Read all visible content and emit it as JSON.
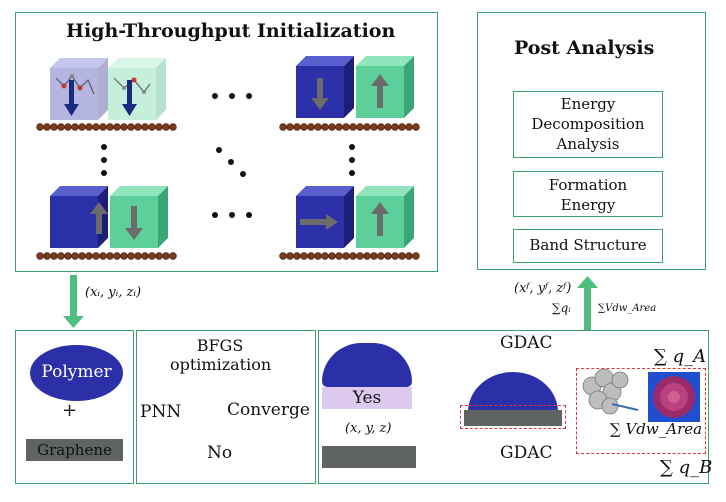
{
  "init_panel": {
    "title": "High-Throughput Initialization",
    "ellipsis": "• • •"
  },
  "post_panel": {
    "title": "Post Analysis",
    "items": [
      {
        "lines": [
          "Energy",
          "Decomposition",
          "Analysis"
        ]
      },
      {
        "lines": [
          "Formation",
          "Energy"
        ]
      },
      {
        "lines": [
          "Band Structure"
        ]
      }
    ]
  },
  "init_coords": "(xᵢ, yᵢ, zᵢ)",
  "final_coords": "(xᶠ, yᶠ, zᶠ)",
  "sum_q_i": "∑qᵢ",
  "sum_vdw_area_small": "∑Vdw_Area",
  "inputs": {
    "polymer": "Polymer",
    "plus": "+",
    "graphene": "Graphene"
  },
  "optim": {
    "bfgs_line1": "BFGS",
    "bfgs_line2": "optimization",
    "pnn": "PNN",
    "converge": "Converge",
    "no": "No"
  },
  "gdac_panel": {
    "yes": "Yes",
    "xyz": "(x, y, z)",
    "gdac_top": "GDAC",
    "gdac_bottom": "GDAC",
    "sum_qA": "∑ q_A",
    "sum_qB": "∑ q_B",
    "sum_vdw_area": "∑ Vdw_Area"
  },
  "colors": {
    "green_frame": "#3aa36b",
    "arrow_green": "#4fbf7f",
    "polymer_blue": "#2b2fa8",
    "graphene_gray": "#5f6461",
    "bead_brown": "#7a3b1c",
    "cube_teal": "#5ccf9a",
    "dashed_red": "#d9333f"
  }
}
